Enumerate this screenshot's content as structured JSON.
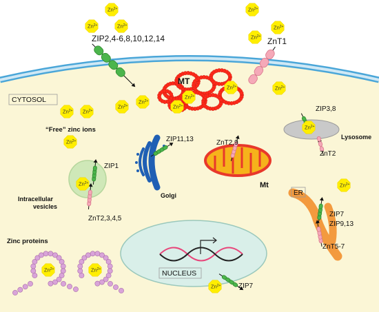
{
  "colors": {
    "cytosol": "#fbf6d6",
    "membrane_outer": "#4aa6d8",
    "membrane_inner": "#cfe8f5",
    "zip_green": "#4cb54c",
    "znt_pink": "#f5a9b8",
    "zinc_yellow": "#ffee00",
    "mt_red": "#ff2a1a",
    "golgi_blue": "#1f5fb4",
    "mito_red": "#e8382b",
    "mito_orange": "#f6b21b",
    "er_orange": "#f39a3e",
    "nucleus": "#d9efe9",
    "lysosome": "#c9c9c9",
    "vesicle": "#cfe8b8",
    "zinc_protein": "#d9a4d9"
  },
  "zinc_ion": {
    "label": "Zn",
    "superscript": "2+"
  },
  "labels": {
    "zip_membrane": "ZIP2,4-6,8,10,12,14",
    "znt1": "ZnT1",
    "cytosol": "CYTOSOL",
    "mt": "MT",
    "free_zinc": "“Free” zinc ions",
    "zip3_8": "ZIP3,8",
    "lysosome": "Lysosome",
    "znt2": "ZnT2",
    "zip11_13": "ZIP11,13",
    "golgi": "Golgi",
    "znt2_9": "ZnT2,9",
    "mt_mito": "Mt",
    "zip1": "ZIP1",
    "vesicles_line1": "Intracellular",
    "vesicles_line2": "vesicles",
    "znt2345": "ZnT2,3,4,5",
    "er": "ER",
    "zip7_er": "ZIP7",
    "zip9_13": "ZIP9,13",
    "znt5_7": "ZnT5-7",
    "zinc_proteins": "Zinc proteins",
    "nucleus": "NUCLEUS",
    "zip7_nuc": "ZIP7"
  }
}
